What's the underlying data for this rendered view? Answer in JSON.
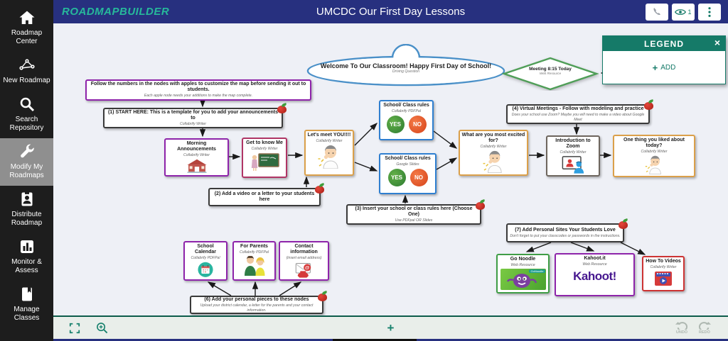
{
  "header": {
    "app_name": "ROADMAPBUILDER",
    "title": "UMCDC Our First Day Lessons",
    "viewer_count": "1"
  },
  "sidebar": {
    "items": [
      {
        "label": "Roadmap Center",
        "icon": "home"
      },
      {
        "label": "New Roadmap",
        "icon": "network"
      },
      {
        "label": "Search Repository",
        "icon": "search"
      },
      {
        "label": "Modify My Roadmaps",
        "icon": "wrench",
        "active": true
      },
      {
        "label": "Distribute Roadmap",
        "icon": "person-badge"
      },
      {
        "label": "Monitor & Assess",
        "icon": "bar-chart"
      },
      {
        "label": "Manage Classes",
        "icon": "book"
      }
    ]
  },
  "legend": {
    "title": "LEGEND",
    "plus": "+",
    "add_label": "ADD",
    "close": "×"
  },
  "toolbar": {
    "plus": "+",
    "undo_label": "UNDO",
    "redo_label": "REDO"
  },
  "nodes": {
    "cloud": {
      "title": "Welcome To Our Classroom! Happy First Day of School!",
      "subtitle": "Driving Question"
    },
    "meeting": {
      "title": "Meeting 8:15 Today",
      "subtitle": "Web Resource"
    },
    "instructions": {
      "title": "Follow the numbers in the nodes with apples to customize the map before sending it out to students.",
      "subtitle": "Each apple node needs your additions to make the map complete."
    },
    "start": {
      "title": "(1) START HERE: This is a template for you to add your announcements to",
      "subtitle": "Collabrify Writer"
    },
    "morning": {
      "title": "Morning Announcements",
      "subtitle": "Collabrify Writer"
    },
    "know_me": {
      "title": "Get to know Me",
      "subtitle": "Collabrify Writer"
    },
    "meet_you": {
      "title": "Let's meet YOU!!!!",
      "subtitle": "Collabrify Writer"
    },
    "add_video": {
      "title": "(2) Add a video or a letter to your students here"
    },
    "rules_pdf": {
      "title": "School/ Class rules",
      "subtitle": "Collabrify PDFPal",
      "yes": "YES",
      "no": "NO"
    },
    "rules_slides": {
      "title": "School/ Class rules",
      "subtitle": "Google Slides",
      "yes": "YES",
      "no": "NO"
    },
    "insert_rules": {
      "title": "(3) Insert your school or class rules here (Choose One)",
      "subtitle": "Use PDFpal OR Slides"
    },
    "excited": {
      "title": "What are you most excited for?",
      "subtitle": "Collabrify Writer"
    },
    "virtual": {
      "title": "(4) Virtual Meetings - Follow with modeling and practice",
      "subtitle": "Does your school use Zoom? Maybe you will need to make a video about Google Meet"
    },
    "zoom_intro": {
      "title": "Introduction to Zoom",
      "subtitle": "Collabrify Writer"
    },
    "liked": {
      "title": "One thing you liked about today?",
      "subtitle": "Collabrify Writer"
    },
    "calendar": {
      "title": "School Calendar",
      "subtitle": "Collabrify PDFPal"
    },
    "parents": {
      "title": "For Parents",
      "subtitle": "Collabrify PDFPal"
    },
    "contact": {
      "title": "Contact information",
      "subtitle": "(insert email address)"
    },
    "personal": {
      "title": "(6) Add your personal pieces to these nodes",
      "subtitle": "Upload your district calendar, a letter for the parents and your contact information."
    },
    "sites": {
      "title": "(7) Add Personal Sites Your Students Love",
      "subtitle": "Don't forget to put your classcodes or passwords in the instructions."
    },
    "gonoodle": {
      "title": "Go Noodle",
      "subtitle": "Web Resource",
      "badge": "GoNoodle"
    },
    "kahoot": {
      "title": "Kahoot.it",
      "subtitle": "Web Resource",
      "logo": "Kahoot!"
    },
    "howto": {
      "title": "How To Videos",
      "subtitle": "Collabrify Writer"
    }
  },
  "colors": {
    "accent_teal": "#157a68",
    "header_navy": "#27307f",
    "logo_teal": "#27b99b",
    "apple_red": "#c62820"
  }
}
